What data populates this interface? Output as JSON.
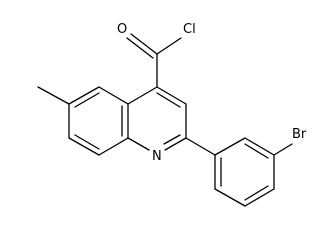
{
  "molecule": {
    "atoms": {
      "oxygen": "O",
      "chlorine": "Cl",
      "nitrogen": "N",
      "bromine": "Br"
    },
    "colors": {
      "bond": "#000000",
      "label": "#000000",
      "background": "#ffffff"
    }
  }
}
